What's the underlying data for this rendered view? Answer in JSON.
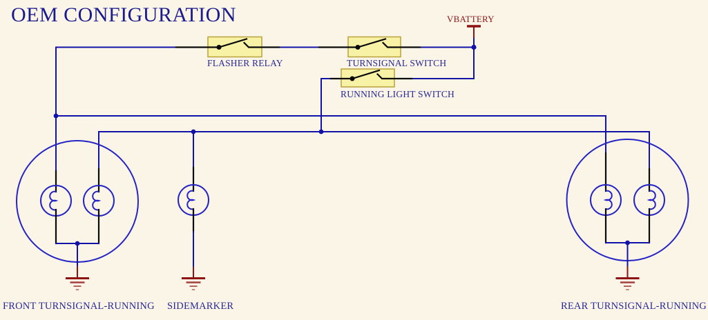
{
  "title": "OEM CONFIGURATION",
  "power": {
    "vbattery_label": "VBATTERY"
  },
  "switches": {
    "flasher_relay": "FLASHER RELAY",
    "turnsignal_switch": "TURNSIGNAL SWITCH",
    "running_light_switch": "RUNNING LIGHT SWITCH"
  },
  "lamps": {
    "front": "FRONT TURNSIGNAL-RUNNING",
    "sidemarker": "SIDEMARKER",
    "rear": "REAR TURNSIGNAL-RUNNING"
  },
  "colors": {
    "background": "#fbf5e8",
    "wire_blue": "#1212a8",
    "component_blue": "#2424c4",
    "label_blue": "#2a2a94",
    "title_blue": "#1b1b8e",
    "power_red": "#8e1212",
    "switch_box_fill": "#f8f2a6",
    "switch_box_border": "#b7a23c",
    "lead_black": "#0a0a0a"
  }
}
